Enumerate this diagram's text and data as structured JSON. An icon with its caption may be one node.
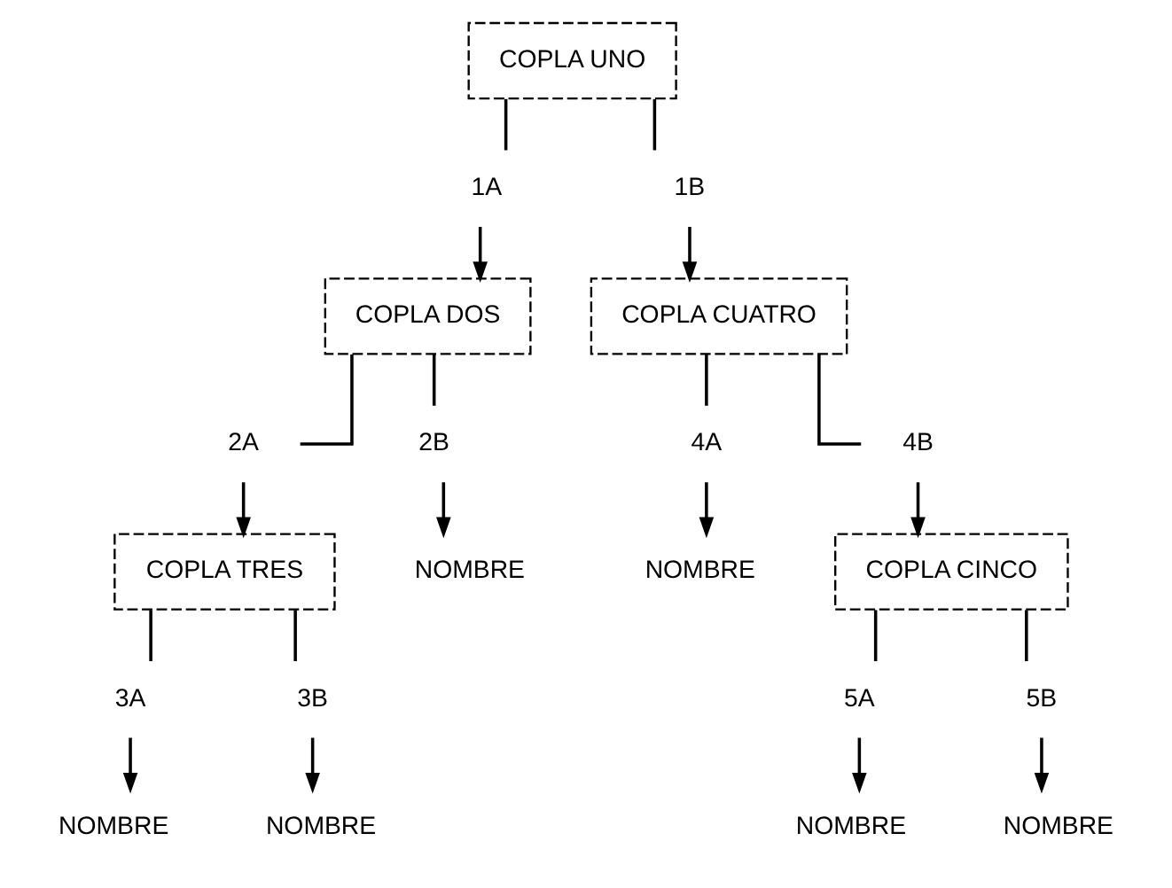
{
  "diagram": {
    "nodes": [
      {
        "text": [
          "COPLA UNO"
        ]
      },
      {
        "text": [
          "1A"
        ]
      },
      {
        "text": [
          "1B"
        ]
      },
      {
        "text": [
          "COPLA DOS"
        ]
      },
      {
        "text": [
          "COPLA CUATRO"
        ]
      },
      {
        "text": [
          "2A"
        ]
      },
      {
        "text": [
          "2B"
        ]
      },
      {
        "text": [
          "4A"
        ]
      },
      {
        "text": [
          "4B"
        ]
      },
      {
        "text": [
          "NOMBRE"
        ]
      },
      {
        "text": [
          "NOMBRE"
        ]
      },
      {
        "text": [
          "COPLA TRES"
        ]
      },
      {
        "text": [
          "COPLA CINCO"
        ]
      },
      {
        "text": [
          "3A"
        ]
      },
      {
        "text": [
          "3B"
        ]
      },
      {
        "text": [
          "5A"
        ]
      },
      {
        "text": [
          "5B"
        ]
      },
      {
        "text": [
          "NOMBRE"
        ]
      },
      {
        "text": [
          "NOMBRE"
        ]
      },
      {
        "text": [
          "NOMBRE"
        ]
      },
      {
        "text": [
          "NOMBRE"
        ]
      }
    ],
    "edges": [
      {
        "from": 0,
        "to": 1,
        "arrow": "none"
      },
      {
        "from": 0,
        "to": 2,
        "arrow": "none"
      },
      {
        "from": 1,
        "to": 3,
        "arrow": "to"
      },
      {
        "from": 2,
        "to": 4,
        "arrow": "to"
      },
      {
        "from": 3,
        "to": 5,
        "arrow": "none"
      },
      {
        "from": 3,
        "to": 6,
        "arrow": "none"
      },
      {
        "from": 4,
        "to": 7,
        "arrow": "none"
      },
      {
        "from": 4,
        "to": 8,
        "arrow": "none"
      },
      {
        "from": 6,
        "to": 9,
        "arrow": "to"
      },
      {
        "from": 7,
        "to": 10,
        "arrow": "to"
      },
      {
        "from": 5,
        "to": 11,
        "arrow": "to"
      },
      {
        "from": 8,
        "to": 12,
        "arrow": "to"
      },
      {
        "from": 11,
        "to": 13,
        "arrow": "none"
      },
      {
        "from": 11,
        "to": 14,
        "arrow": "none"
      },
      {
        "from": 12,
        "to": 15,
        "arrow": "none"
      },
      {
        "from": 12,
        "to": 16,
        "arrow": "none"
      },
      {
        "from": 13,
        "to": 17,
        "arrow": "to"
      },
      {
        "from": 14,
        "to": 18,
        "arrow": "to"
      },
      {
        "from": 15,
        "to": 19,
        "arrow": "to"
      },
      {
        "from": 16,
        "to": 20,
        "arrow": "to"
      }
    ]
  }
}
